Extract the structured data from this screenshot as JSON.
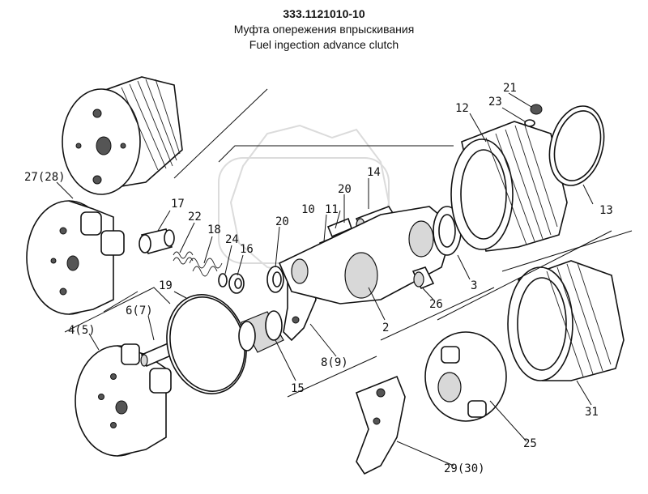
{
  "header": {
    "part_number": "333.1121010-10",
    "title_ru": "Муфта опережения впрыскивания",
    "title_en": "Fuel ingection advance clutch"
  },
  "labels": {
    "l21": "21",
    "l23": "23",
    "l12": "12",
    "l14": "14",
    "l13": "13",
    "l27": "27(28)",
    "l17": "17",
    "l22": "22",
    "l20a": "20",
    "l20b": "20",
    "l10": "10",
    "l11": "11",
    "l18": "18",
    "l24": "24",
    "l16": "16",
    "l19": "19",
    "l6": "6(7)",
    "l4": "4(5)",
    "l3": "3",
    "l26": "26",
    "l2": "2",
    "l8": "8(9)",
    "l15": "15",
    "l31": "31",
    "l25": "25",
    "l29": "29(30)"
  }
}
